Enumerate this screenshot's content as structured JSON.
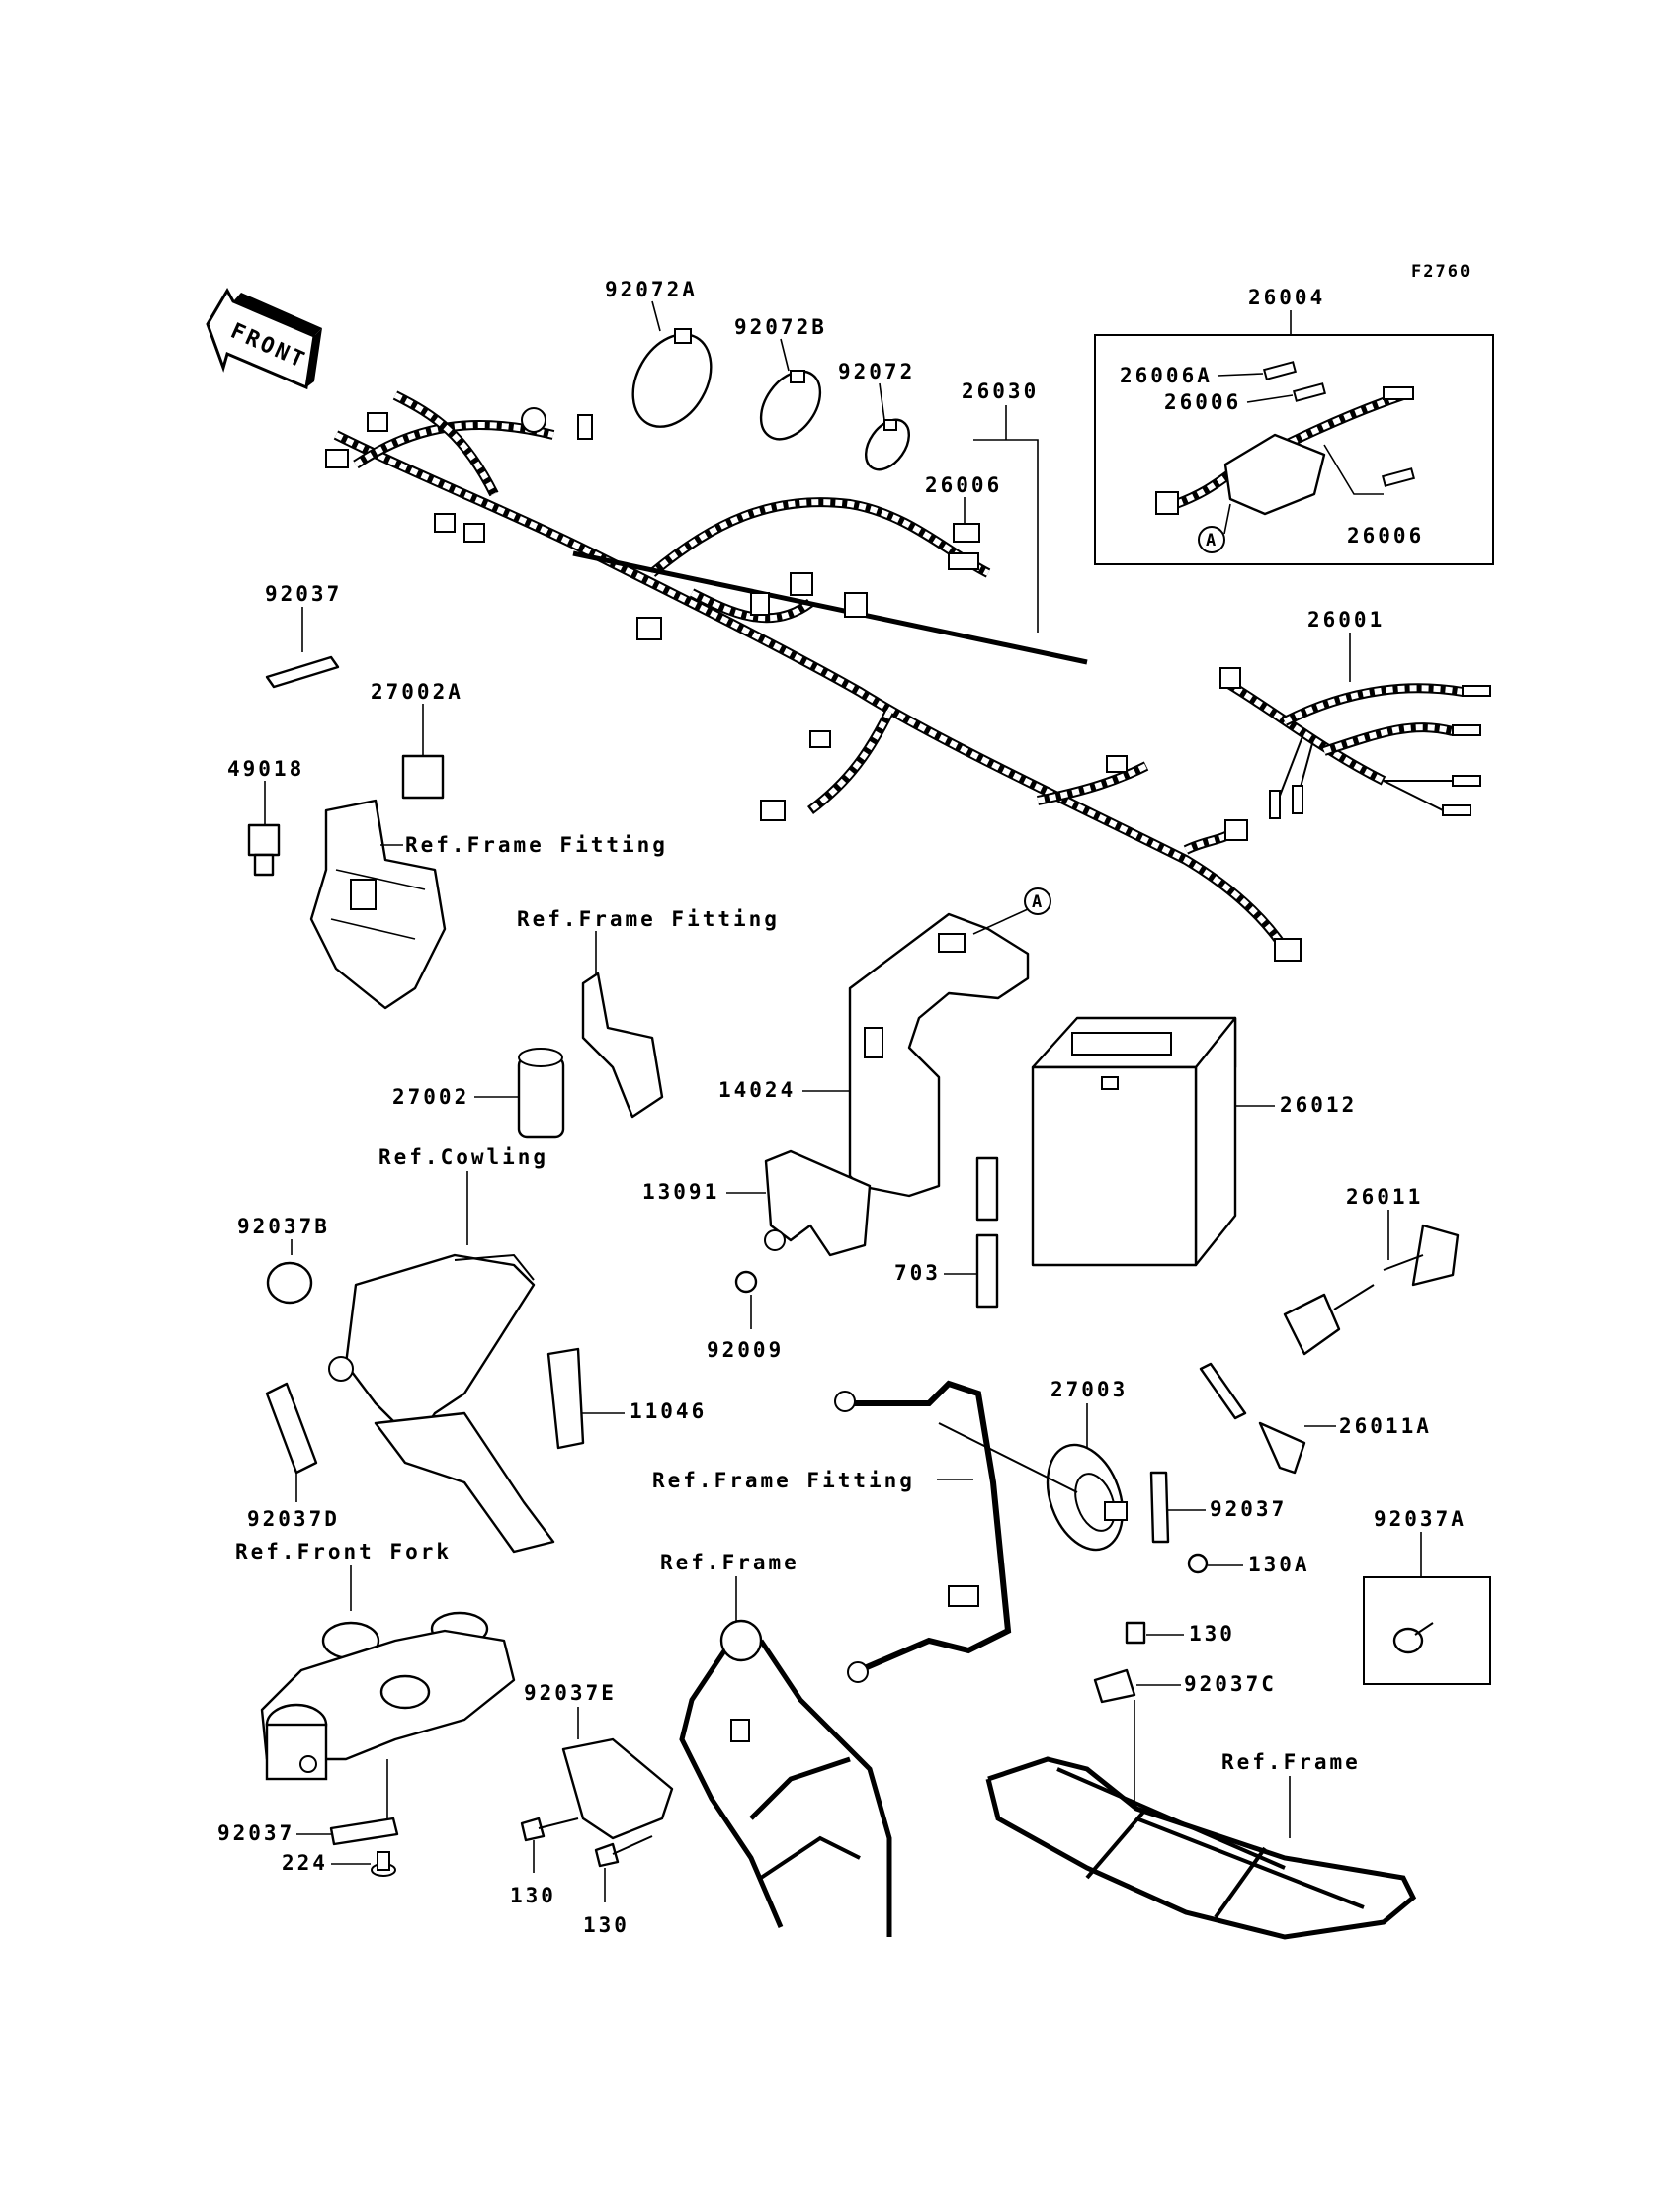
{
  "figure_id": "F2760",
  "front_label": "FRONT",
  "callouts": {
    "c92072A": "92072A",
    "c92072B": "92072B",
    "c92072": "92072",
    "c26030": "26030",
    "c26006_main": "26006",
    "c26004": "26004",
    "c26006A": "26006A",
    "c26006_kit1": "26006",
    "c26006_kit2": "26006",
    "c92037_top": "92037",
    "c26001": "26001",
    "c27002A": "27002A",
    "c49018": "49018",
    "c14024": "14024",
    "c26012": "26012",
    "c27002": "27002",
    "c13091": "13091",
    "c26011": "26011",
    "c92037B": "92037B",
    "c703": "703",
    "c92009": "92009",
    "c11046": "11046",
    "c27003": "27003",
    "c26011A": "26011A",
    "c92037_horn": "92037",
    "c92037D": "92037D",
    "c130A": "130A",
    "c92037A": "92037A",
    "c130_right": "130",
    "c92037C": "92037C",
    "c92037E": "92037E",
    "c92037_fork": "92037",
    "c224": "224",
    "c130_a": "130",
    "c130_b": "130"
  },
  "references": {
    "ref_frame_fitting_1": "Ref.Frame Fitting",
    "ref_frame_fitting_2": "Ref.Frame Fitting",
    "ref_frame_fitting_3": "Ref.Frame Fitting",
    "ref_cowling": "Ref.Cowling",
    "ref_front_fork": "Ref.Front Fork",
    "ref_frame_1": "Ref.Frame",
    "ref_frame_2": "Ref.Frame"
  },
  "markers": {
    "marker_a_kit": "A",
    "marker_a_cover": "A"
  }
}
